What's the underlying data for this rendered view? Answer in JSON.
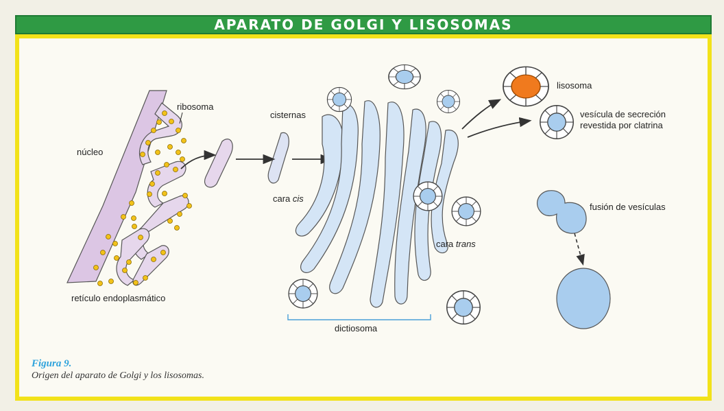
{
  "header": {
    "title": "APARATO DE GOLGI Y LISOSOMAS"
  },
  "labels": {
    "nucleo": "núcleo",
    "ribosoma": "ribosoma",
    "reticulo": "retículo endoplasmático",
    "cisternas": "cisternas",
    "cara_cis_prefix": "cara ",
    "cara_cis_italic": "cis",
    "cara_trans_prefix": "cara ",
    "cara_trans_italic": "trans",
    "dictiosoma": "dictiosoma",
    "lisosoma": "lisosoma",
    "vesicula_line1": "vesícula de secreción",
    "vesicula_line2": "revestida por clatrina",
    "fusion": "fusión de vesículas"
  },
  "caption": {
    "title": "Figura 9.",
    "text": "Origen del aparato de Golgi y los lisosomas."
  },
  "colors": {
    "nucleus_fill": "#dcc6e4",
    "er_fill": "#e6d7ec",
    "ribosome": "#f2c21a",
    "golgi_fill": "#d4e5f6",
    "vesicle_core": "#a9cdee",
    "lysosome_core": "#f07a1e",
    "frame": "#f2e21a",
    "header_bg": "#2f9a44",
    "caption_title": "#2ea3dc"
  }
}
